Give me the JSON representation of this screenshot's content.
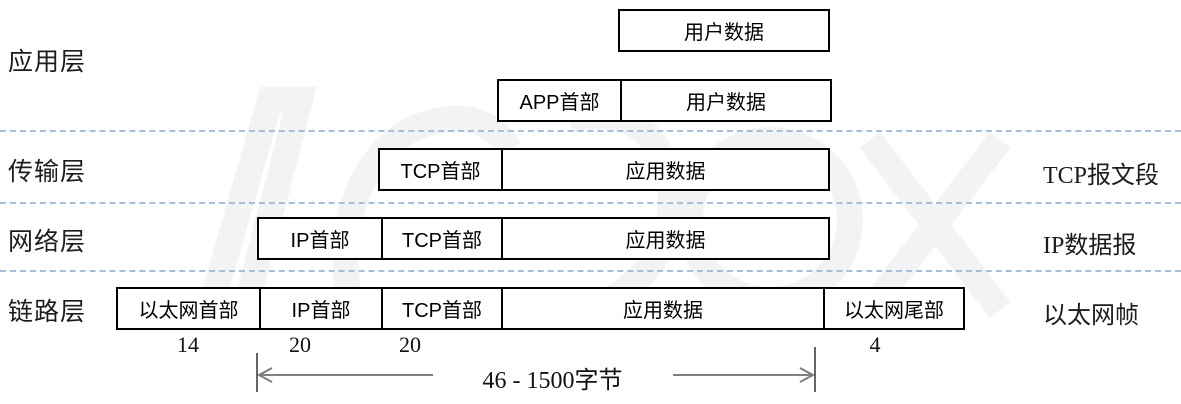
{
  "layers": {
    "application": "应用层",
    "transport": "传输层",
    "network": "网络层",
    "link": "链路层"
  },
  "boxes": {
    "row1": {
      "user_data": "用户数据"
    },
    "row2": {
      "app_header": "APP首部",
      "user_data": "用户数据"
    },
    "row3": {
      "tcp_header": "TCP首部",
      "app_data": "应用数据"
    },
    "row4": {
      "ip_header": "IP首部",
      "tcp_header": "TCP首部",
      "app_data": "应用数据"
    },
    "row5": {
      "eth_header": "以太网首部",
      "ip_header": "IP首部",
      "tcp_header": "TCP首部",
      "app_data": "应用数据",
      "eth_trailer": "以太网尾部"
    }
  },
  "right_labels": {
    "tcp_segment": "TCP报文段",
    "ip_datagram": "IP数据报",
    "eth_frame": "以太网帧"
  },
  "byte_sizes": {
    "eth_header": "14",
    "ip_header": "20",
    "tcp_header": "20",
    "eth_trailer": "4"
  },
  "payload_range_label": "46 - 1500字节",
  "colors": {
    "separator": "#a7bed9",
    "box_border": "#000000",
    "arrow": "#7f7f7f",
    "text": "#000000",
    "background": "#ffffff"
  }
}
